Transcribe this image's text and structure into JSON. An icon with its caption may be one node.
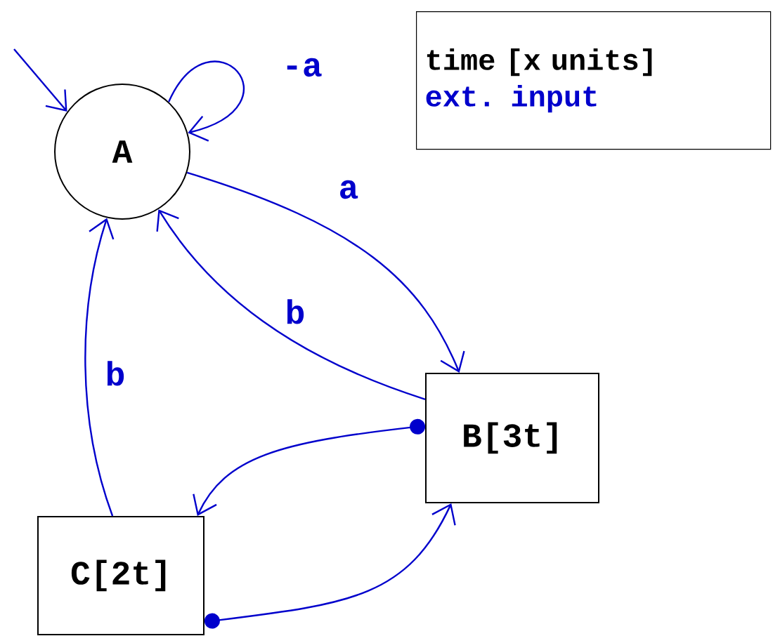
{
  "diagram": {
    "nodes": [
      {
        "text": [
          "A"
        ]
      },
      {
        "text": [
          "B[3t]"
        ]
      },
      {
        "text": [
          "C[2t]"
        ]
      },
      {
        "text": [
          "time [x units]",
          "ext. input"
        ]
      }
    ],
    "edges": [
      {
        "from": null,
        "to": 0,
        "arrow": "to"
      },
      {
        "from": 0,
        "to": 0,
        "arrow": "to",
        "label": "-a"
      },
      {
        "from": 0,
        "to": 1,
        "arrow": "to",
        "label": "a"
      },
      {
        "from": 1,
        "to": 0,
        "arrow": "to",
        "label": "b"
      },
      {
        "from": 1,
        "to": 2,
        "arrow": "to"
      },
      {
        "from": 2,
        "to": 0,
        "arrow": "to",
        "label": "b"
      },
      {
        "from": 2,
        "to": 1,
        "arrow": "to"
      }
    ]
  }
}
